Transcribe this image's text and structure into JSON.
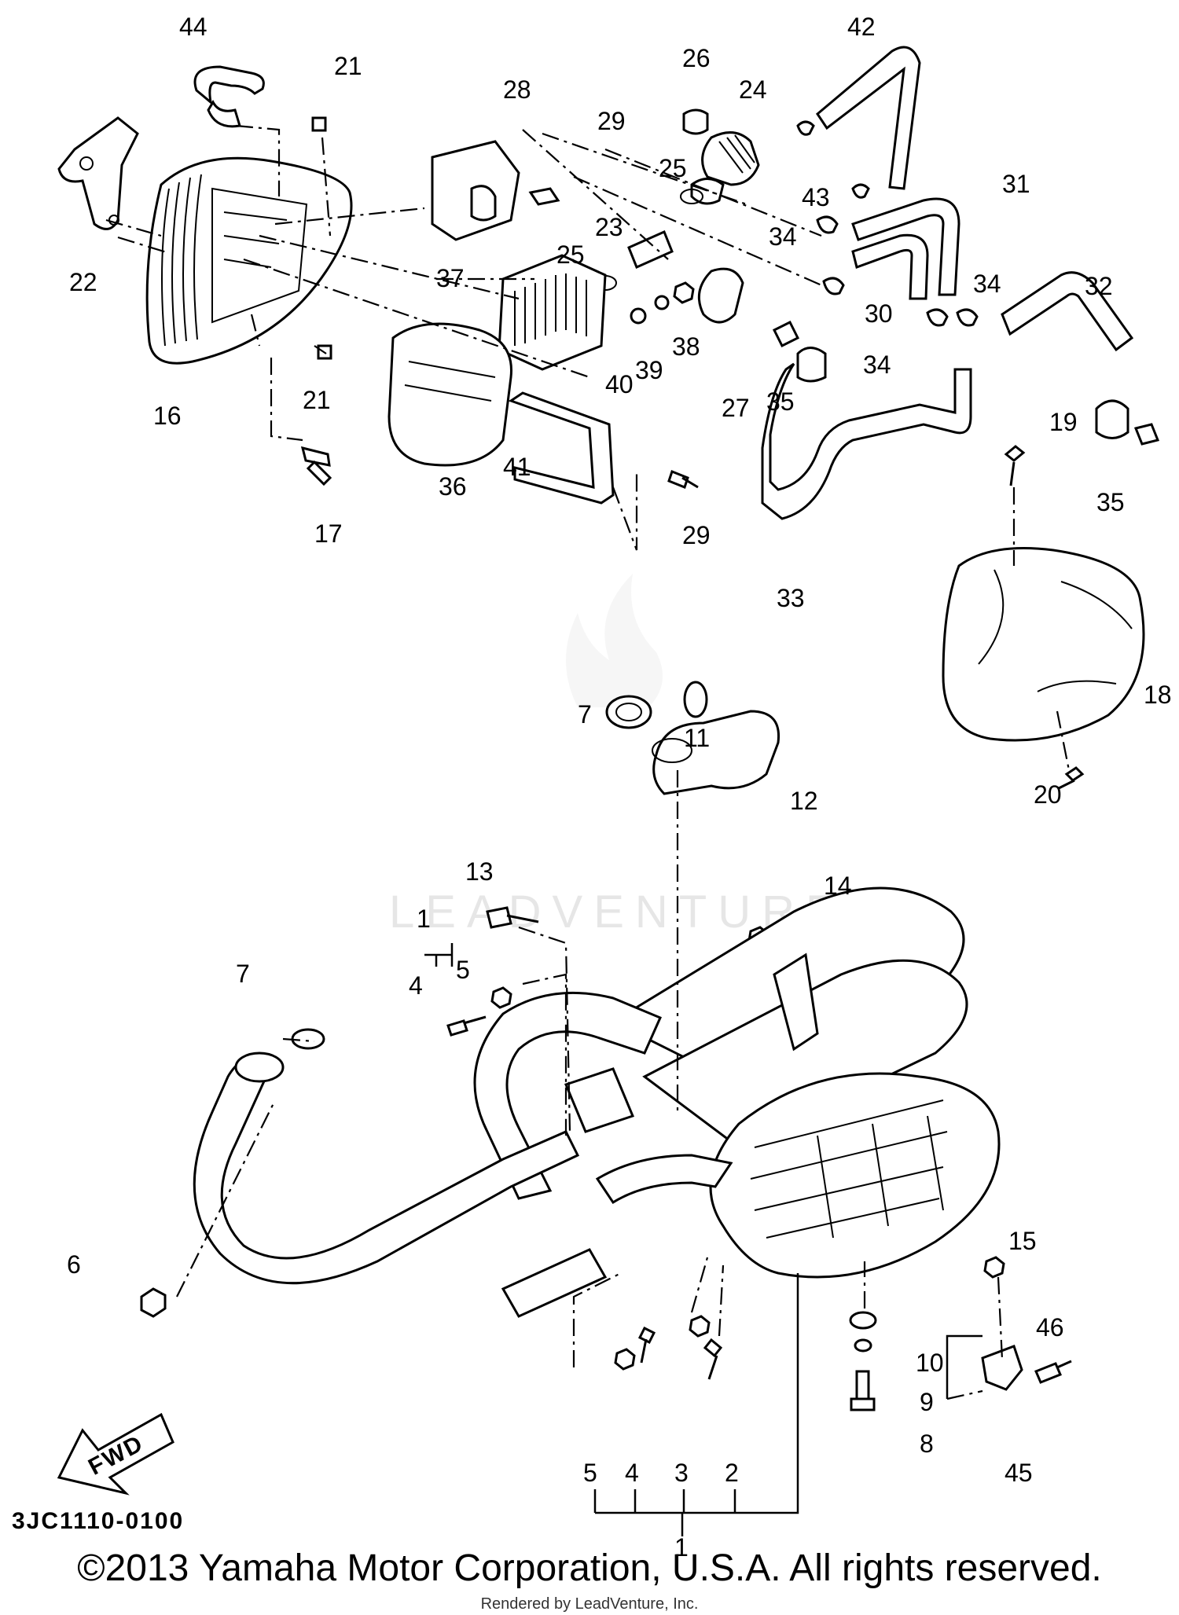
{
  "diagram_code": "3JC1110-0100",
  "fwd_label": "FWD",
  "watermark": "LEADVENTURE",
  "copyright": "©2013 Yamaha Motor Corporation, U.S.A. All rights reserved.",
  "rendered_by": "Rendered by LeadVenture, Inc.",
  "callouts": [
    "44",
    "21",
    "22",
    "16",
    "21",
    "17",
    "28",
    "29",
    "26",
    "24",
    "42",
    "25",
    "23",
    "25",
    "37",
    "36",
    "40",
    "39",
    "38",
    "27",
    "41",
    "29",
    "43",
    "31",
    "34",
    "30",
    "34",
    "32",
    "34",
    "35",
    "19",
    "35",
    "33",
    "18",
    "20",
    "11",
    "7",
    "12",
    "13",
    "14",
    "1",
    "5",
    "4",
    "7",
    "6",
    "15",
    "46",
    "10",
    "9",
    "8",
    "45",
    "5",
    "4",
    "3",
    "2",
    "1"
  ]
}
